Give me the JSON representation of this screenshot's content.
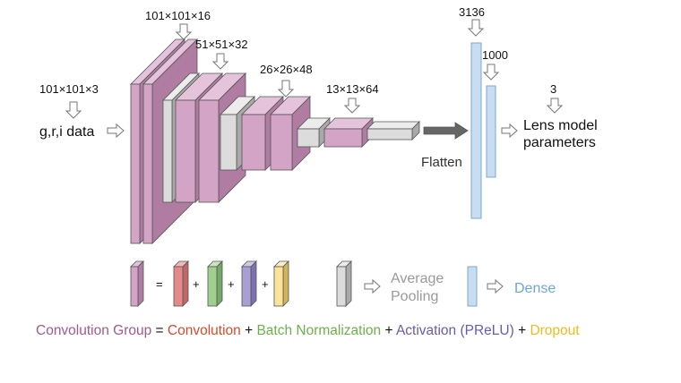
{
  "input": {
    "shape": "101×101×3",
    "label": "g,r,i data"
  },
  "layers": {
    "shape_1": "101×101×16",
    "shape_2": "51×51×32",
    "shape_3": "26×26×48",
    "shape_4": "13×13×64",
    "dense_1": "3136",
    "dense_2": "1000",
    "output_size": "3"
  },
  "flatten_label": "Flatten",
  "output": {
    "line1": "Lens model",
    "line2": "parameters"
  },
  "legend": {
    "equals": "=",
    "plus": "+",
    "average_pooling_line1": "Average",
    "average_pooling_line2": "Pooling",
    "dense": "Dense"
  },
  "caption": {
    "convolution_group": "Convolution Group",
    "equals": " = ",
    "convolution": "Convolution",
    "plus": " + ",
    "batch_norm": "Batch Normalization",
    "activation": "Activation (PReLU)",
    "dropout": "Dropout"
  },
  "colors": {
    "conv_group": "#d3a4c6",
    "conv_group_side": "#b07ca2",
    "conv_group_top": "#e4c3db",
    "pooling": "#dcdcdc",
    "pooling_side": "#a9a9a9",
    "pooling_top": "#ececec",
    "dense": "#c8ddf2",
    "dense_stroke": "#7da7cf",
    "convolution": "#e58a8a",
    "batch_norm": "#9fd08e",
    "activation": "#a99fd4",
    "dropout": "#fbe39a",
    "caption_conv_group": "#a05a8c",
    "caption_convolution": "#d94a2b",
    "caption_batch_norm": "#6cb24a",
    "caption_activation": "#6a5ab0",
    "caption_dropout": "#f4b91c",
    "dense_text": "#6aa8d8"
  }
}
